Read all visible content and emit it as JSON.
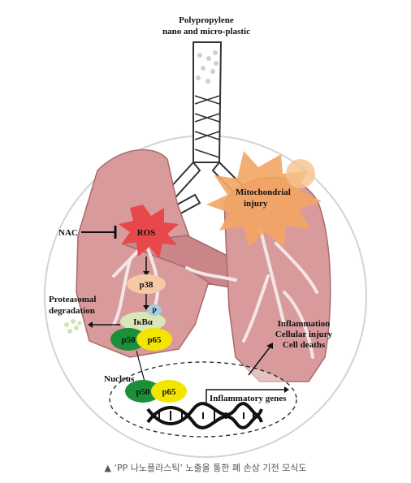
{
  "source_label": {
    "line1": "Polypropylene",
    "line2": "nano and micro-plastic"
  },
  "mitochondria": {
    "line1": "Mitochondrial",
    "line2": "injury"
  },
  "nac": "NAC",
  "ros": "ROS",
  "p38": "p38",
  "phospho": "P",
  "ikba": "IκBα",
  "p50": "p50",
  "p65": "p65",
  "proteasomal": {
    "line1": "Proteasomal",
    "line2": "degradation"
  },
  "nucleus": "Nucleus",
  "inflammatory_genes": "Inflammatory genes",
  "outcomes": {
    "line1": "Inflammation",
    "line2": "Cellular injury",
    "line3": "Cell deaths"
  },
  "caption": "▲ ‘PP 나노플라스틱’ 노출을 통한 폐 손상 기전 모식도",
  "colors": {
    "lung": "#d99a9c",
    "lung_edge": "#a86a6c",
    "ros": "#e8474b",
    "mito": "#f3a562",
    "p38": "#f6c9a4",
    "ikba": "#d9e6b8",
    "phospho": "#a9cde0",
    "p50": "#1b8f3a",
    "p65": "#f2e600",
    "dna": "#111111"
  }
}
